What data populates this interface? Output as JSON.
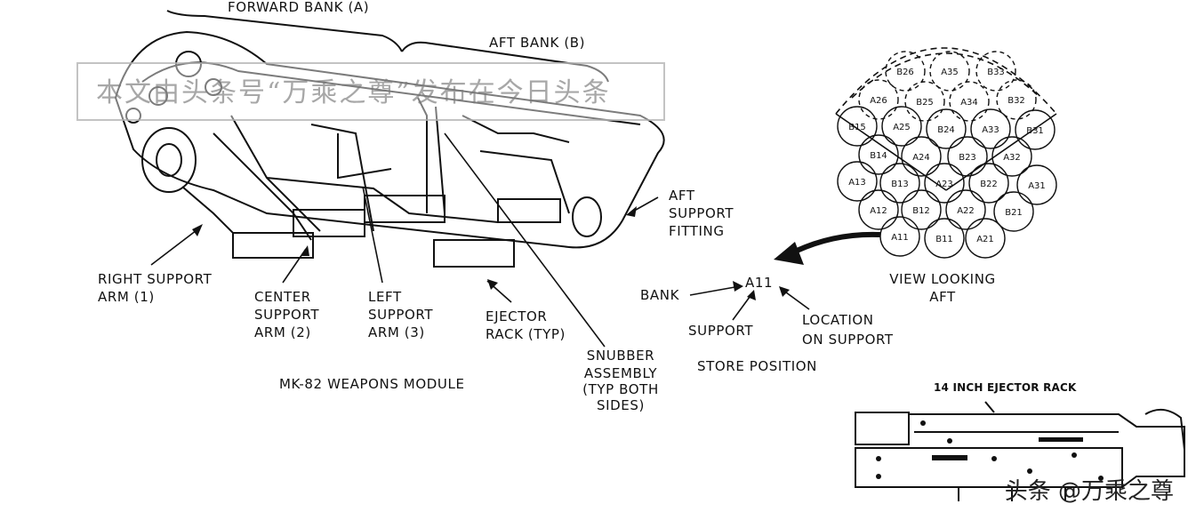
{
  "main_figure": {
    "title": "MK-82 WEAPONS MODULE",
    "bank_labels": {
      "forward": "FORWARD BANK (A)",
      "aft": "AFT BANK (B)"
    },
    "callouts": {
      "aft_support_fitting": [
        "AFT",
        "SUPPORT",
        "FITTING"
      ],
      "right_support_arm": [
        "RIGHT SUPPORT",
        "ARM (1)"
      ],
      "center_support_arm": [
        "CENTER",
        "SUPPORT",
        "ARM (2)"
      ],
      "left_support_arm": [
        "LEFT",
        "SUPPORT",
        "ARM (3)"
      ],
      "ejector_rack": [
        "EJECTOR",
        "RACK (TYP)"
      ],
      "snubber_assembly": [
        "SNUBBER",
        "ASSEMBLY",
        "(TYP BOTH",
        "SIDES)"
      ]
    }
  },
  "view_looking_aft": {
    "caption": [
      "VIEW LOOKING",
      "AFT"
    ],
    "positions": [
      "B26",
      "A35",
      "B33",
      "A26",
      "B25",
      "A34",
      "B32",
      "B15",
      "A25",
      "B24",
      "A33",
      "B31",
      "B14",
      "A24",
      "B23",
      "A32",
      "A13",
      "B13",
      "A23",
      "B22",
      "A31",
      "A12",
      "B12",
      "A22",
      "B21",
      "A11",
      "B11",
      "A21"
    ]
  },
  "store_position": {
    "example": "A11",
    "bank": "BANK",
    "support": "SUPPORT",
    "location": [
      "LOCATION",
      "ON SUPPORT"
    ],
    "caption": "STORE POSITION"
  },
  "ejector_rack_inset": {
    "title": "14 INCH EJECTOR RACK"
  },
  "watermarks": {
    "banner": "本文由头条号“万乘之尊”发布在今日头条",
    "corner": "头条 @万乘之尊"
  }
}
